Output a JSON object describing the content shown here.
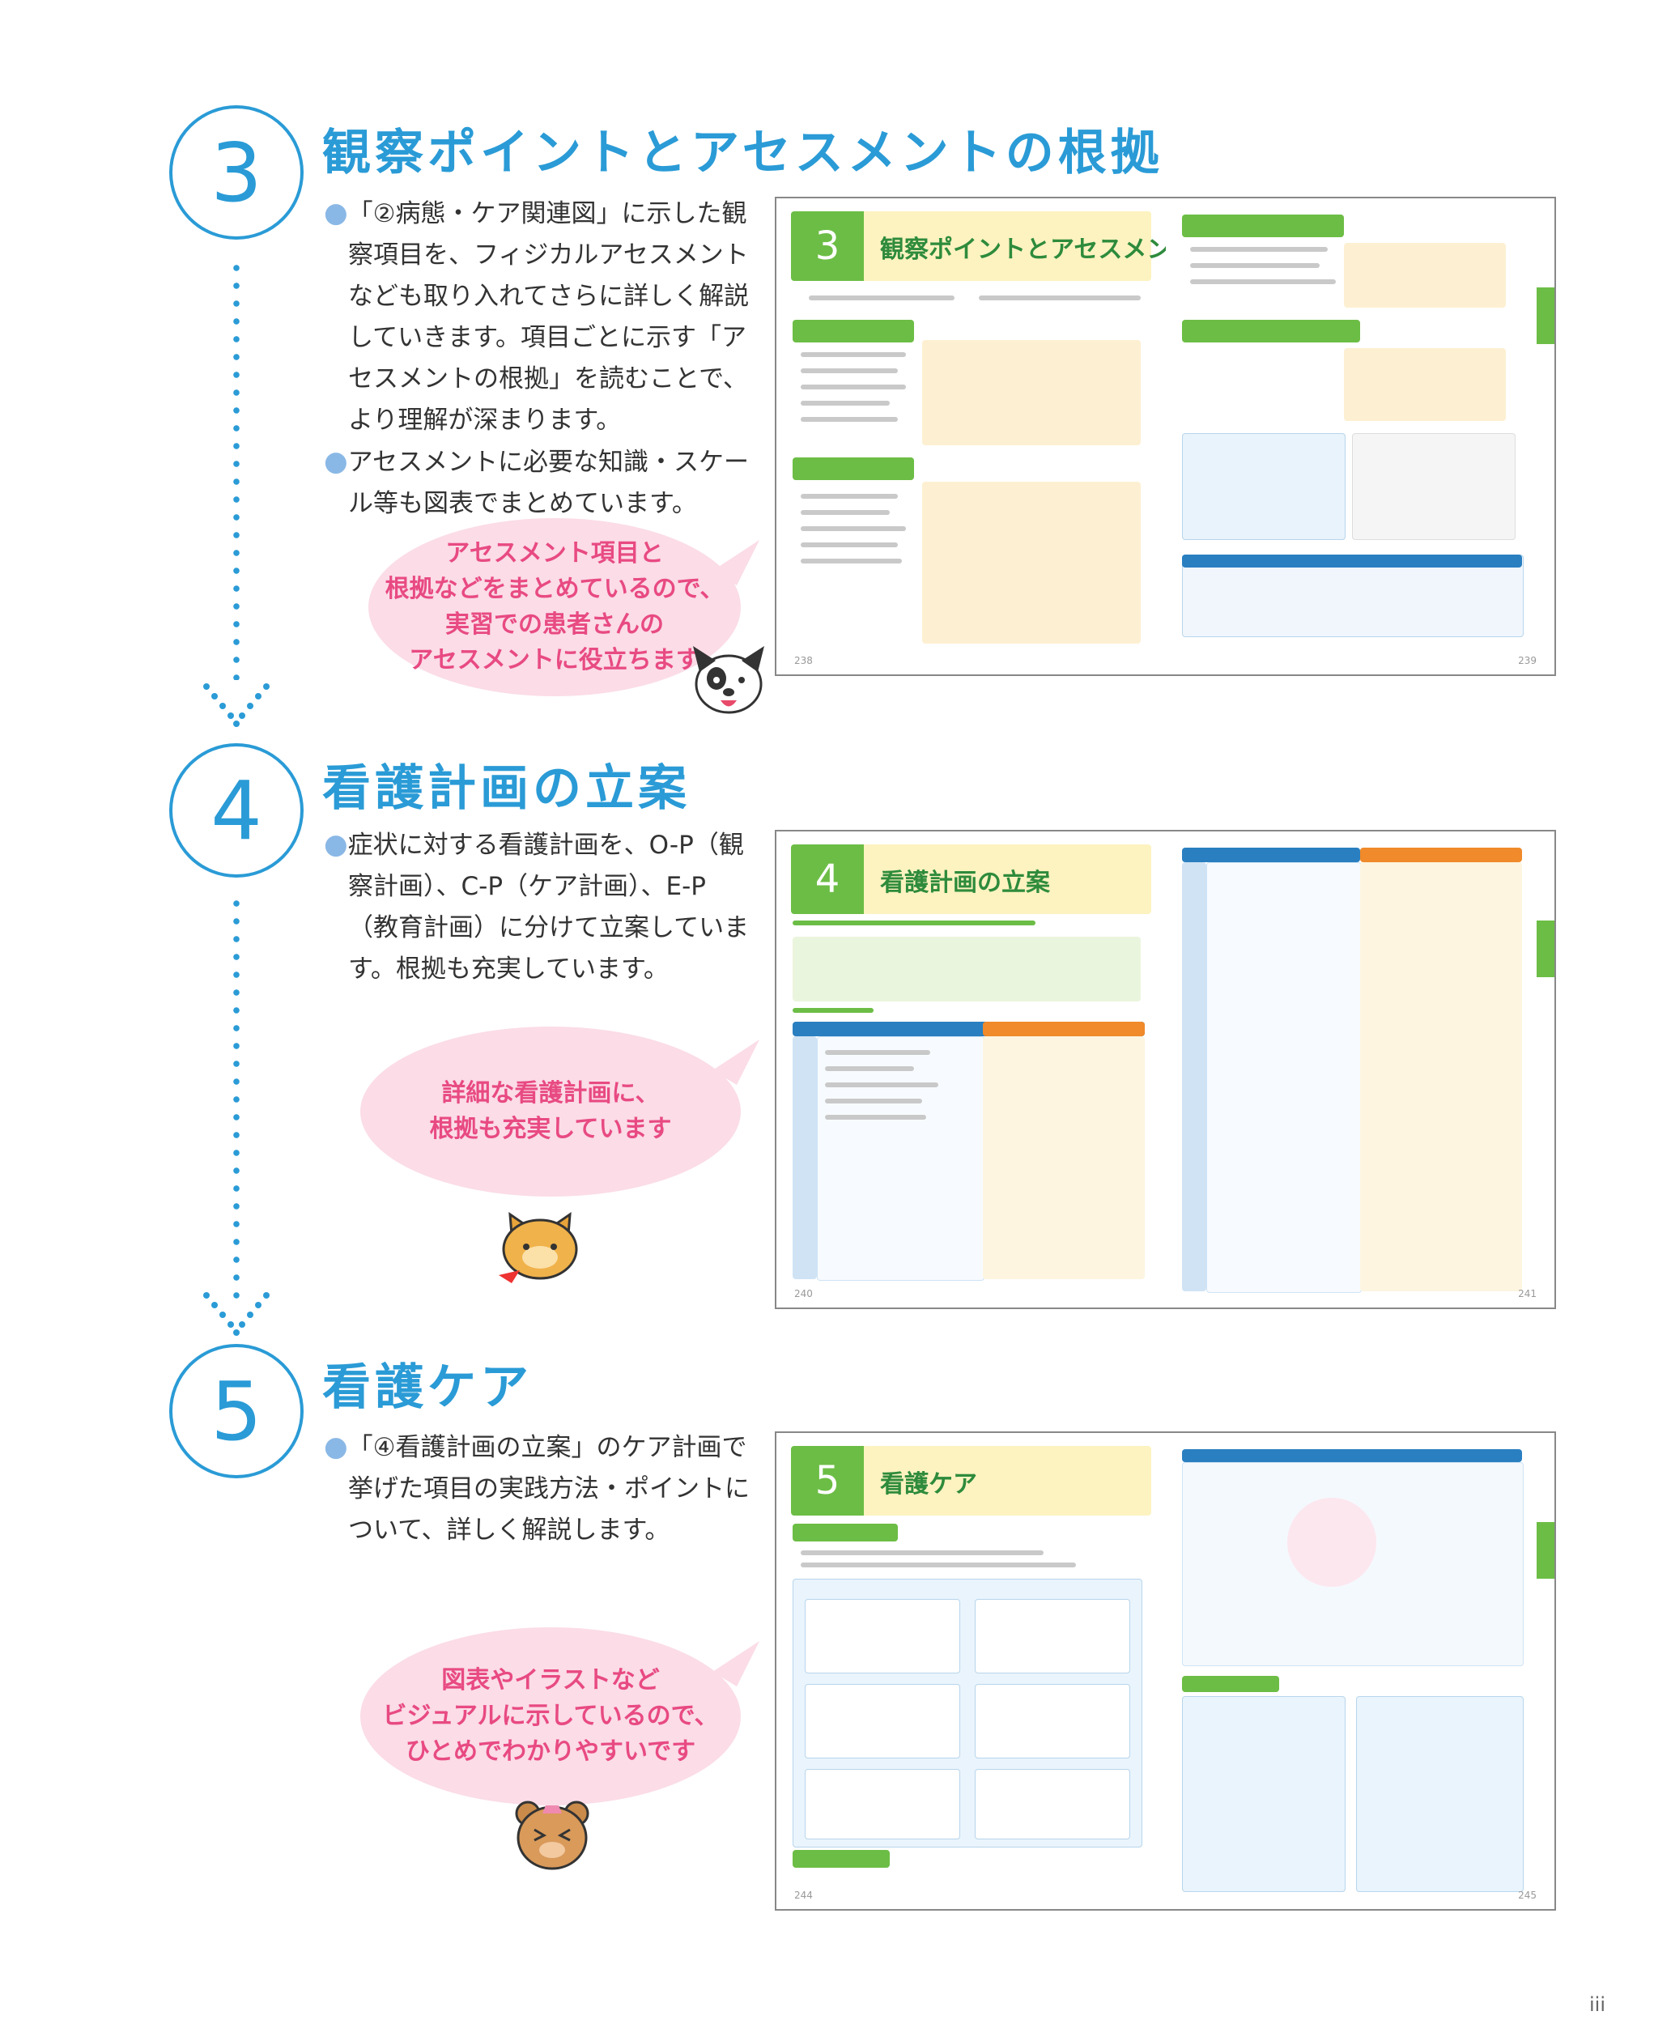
{
  "steps": [
    {
      "number": "3",
      "title": "観察ポイントとアセスメントの根拠",
      "bullets": [
        "「②病態・ケア関連図」に示した観察項目を、フィジカルアセスメントなども取り入れてさらに詳しく解説していきます。項目ごとに示す「アセスメントの根拠」を読むことで、より理解が深まります。",
        "アセスメントに必要な知識・スケール等も図表でまとめています。"
      ],
      "bubble": [
        "アセスメント項目と",
        "根拠などをまとめているので、",
        "実習での患者さんの",
        "アセスメントに役立ちます"
      ],
      "spread": {
        "left_num": "3",
        "left_title": "観察ポイントとアセスメントの根拠",
        "left_page": "238",
        "right_page": "239"
      }
    },
    {
      "number": "4",
      "title": "看護計画の立案",
      "bullets": [
        "症状に対する看護計画を、O-P（観察計画）、C-P（ケア計画）、E-P（教育計画）に分けて立案しています。根拠も充実しています。"
      ],
      "bubble": [
        "詳細な看護計画に、",
        "根拠も充実しています"
      ],
      "spread": {
        "left_num": "4",
        "left_title": "看護計画の立案",
        "left_page": "240",
        "right_page": "241"
      }
    },
    {
      "number": "5",
      "title": "看護ケア",
      "bullets": [
        "「④看護計画の立案」のケア計画で挙げた項目の実践方法・ポイントについて、詳しく解説します。"
      ],
      "bubble": [
        "図表やイラストなど",
        "ビジュアルに示しているので、",
        "ひとめでわかりやすいです"
      ],
      "spread": {
        "left_num": "5",
        "left_title": "看護ケア",
        "left_page": "244",
        "right_page": "245"
      }
    }
  ],
  "page_number": "iii",
  "colors": {
    "accent": "#2a9bd6",
    "bubble_bg": "#fbdce7",
    "bubble_text": "#e84a82",
    "green": "#6cbd45"
  }
}
